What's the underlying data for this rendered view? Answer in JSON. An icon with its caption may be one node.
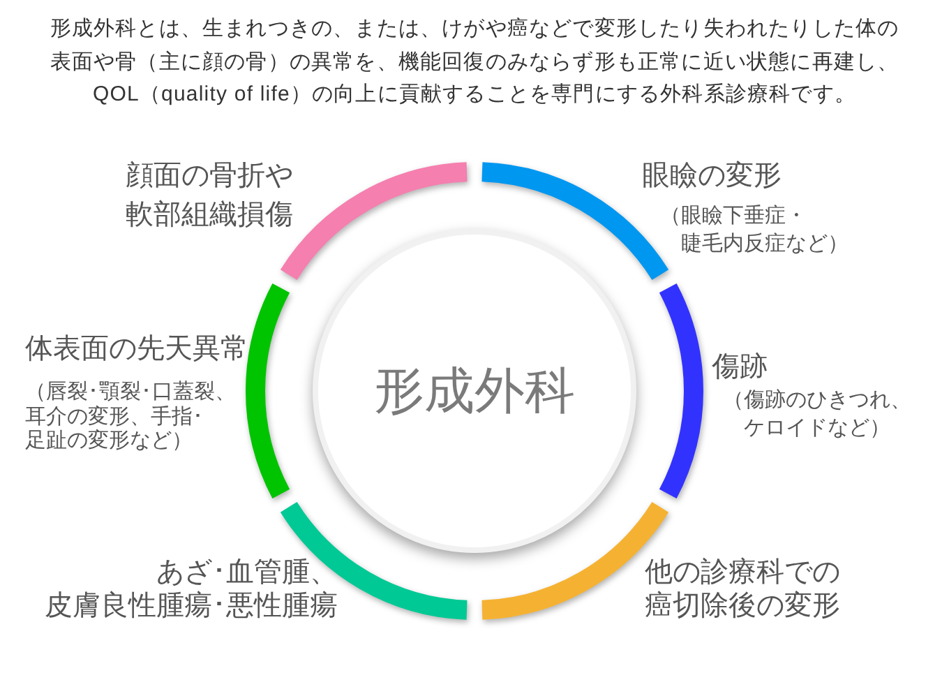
{
  "diagram": {
    "title": "形成外科とは、生まれつきの、または、けがや癌などで変形したり失われたりした体の表面や骨（主に顔の骨）の異常を、機能回復のみならず形も正常に近い状態に再建し、QOL（quality of life）の向上に貢献することを専門にする外科系診療科です。",
    "nodes": [
      {
        "text": [
          "形成外科"
        ]
      },
      {
        "text": [],
        "shape": "arc",
        "beside": [
          "顔面の骨折や軟部組織損傷"
        ]
      },
      {
        "text": [],
        "shape": "arc",
        "beside": [
          "眼瞼の変形",
          "（眼瞼下垂症・睫毛内反症など）"
        ]
      },
      {
        "text": [],
        "shape": "arc",
        "beside": [
          "体表面の先天異常",
          "（唇裂･顎裂･口蓋裂、耳介の変形、手指･足趾の変形など）"
        ]
      },
      {
        "text": [],
        "shape": "arc",
        "beside": [
          "傷跡",
          "（傷跡のひきつれ、ケロイドなど）"
        ]
      },
      {
        "text": [],
        "shape": "arc",
        "beside": [
          "あざ･血管腫、皮膚良性腫瘍･悪性腫瘍"
        ]
      },
      {
        "text": [],
        "shape": "arc",
        "beside": [
          "他の診療科での癌切除後の変形"
        ]
      }
    ]
  }
}
